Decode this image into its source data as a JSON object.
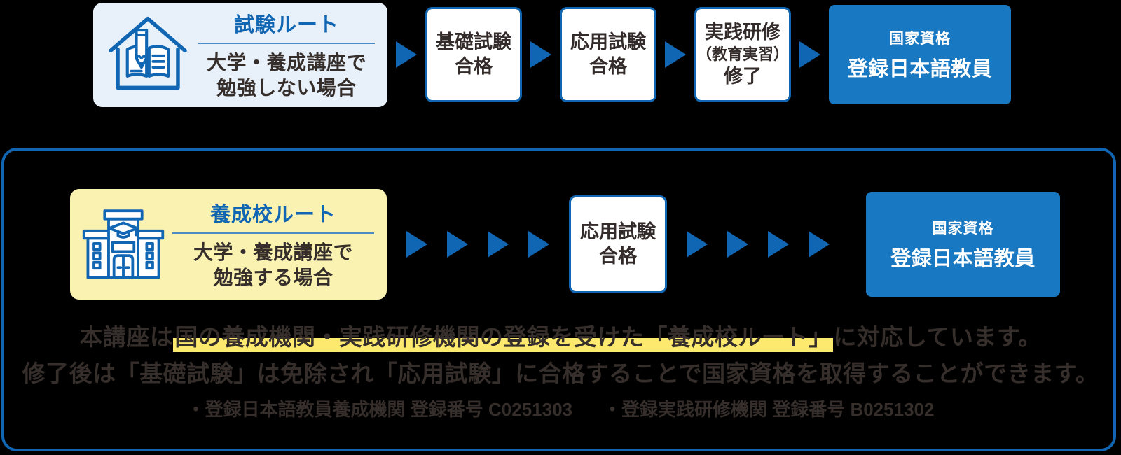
{
  "colors": {
    "accent_blue": "#1066b3",
    "box_fill_blue": "#1878c1",
    "light_blue": "#e8f1fa",
    "card_yellow": "#faf2b0",
    "highlight_yellow": "#fce96e",
    "text_dark": "#352e2b"
  },
  "exam_route": {
    "icon": "house-study-icon",
    "title": "試験ルート",
    "desc": [
      "大学・養成講座で",
      "勉強しない場合"
    ],
    "steps": [
      {
        "lines": [
          "基礎試験",
          "合格"
        ]
      },
      {
        "lines": [
          "応用試験",
          "合格"
        ]
      },
      {
        "lines": [
          "実践研修",
          "（教育実習）",
          "修了"
        ]
      }
    ],
    "result": {
      "subtitle": "国家資格",
      "title": "登録日本語教員"
    }
  },
  "school_route": {
    "icon": "school-building-icon",
    "title": "養成校ルート",
    "desc": [
      "大学・養成講座で",
      "勉強する場合"
    ],
    "steps": [
      {
        "lines": [
          "応用試験",
          "合格"
        ]
      }
    ],
    "result": {
      "subtitle": "国家資格",
      "title": "登録日本語教員"
    }
  },
  "notes": {
    "line1_prefix": "本講座は",
    "line1_highlight": "国の養成機関・実践研修機関の登録を受けた「養成校ルート」",
    "line1_suffix": "に対応しています。",
    "line2": "修了後は「基礎試験」は免除され「応用試験」に合格することで国家資格を取得することができます。",
    "line3_items": [
      "・登録日本語教員養成機関 登録番号 C0251303",
      "・登録実践研修機関 登録番号 B0251302"
    ]
  }
}
